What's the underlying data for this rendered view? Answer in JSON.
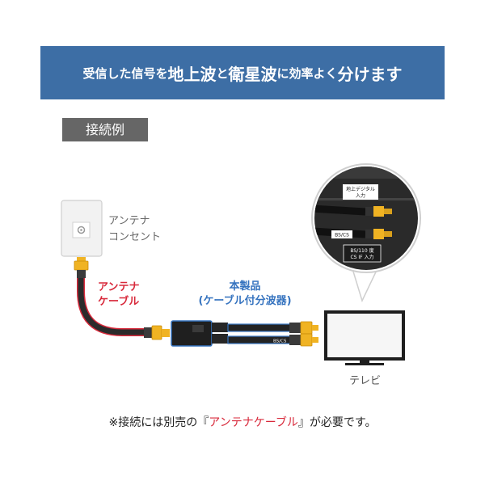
{
  "banner": {
    "part1": "受信した信号を",
    "part2": "地上波",
    "part3": "と",
    "part4": "衛星波",
    "part5": "に効率よく",
    "part6": "分けます"
  },
  "section_tag": "接続例",
  "outlet_label": {
    "line1": "アンテナ",
    "line2": "コンセント"
  },
  "cable_label": {
    "line1": "アンテナ",
    "line2": "ケーブル"
  },
  "product_label": {
    "line1": "本製品",
    "line2": "(ケーブル付分波器)"
  },
  "splitter_print": "BS/CS",
  "zoom": {
    "terrestrial_label_1": "地上デジタル",
    "terrestrial_label_2": "入力",
    "bscs_label": "BS/CS",
    "bs110_label_1": "BS/110 度",
    "bs110_label_2": "CS IF 入力"
  },
  "tv_label": "テレビ",
  "note": {
    "prefix": "※接続には別売の",
    "open_bracket": "『",
    "highlight": "アンテナケーブル",
    "close_bracket": "』",
    "suffix": "が必要です。"
  },
  "colors": {
    "banner_bg": "#3d6ea5",
    "tag_bg": "#666666",
    "cable_red": "#d8293b",
    "product_blue": "#3573bf",
    "connector_gold": "#f0b323"
  }
}
